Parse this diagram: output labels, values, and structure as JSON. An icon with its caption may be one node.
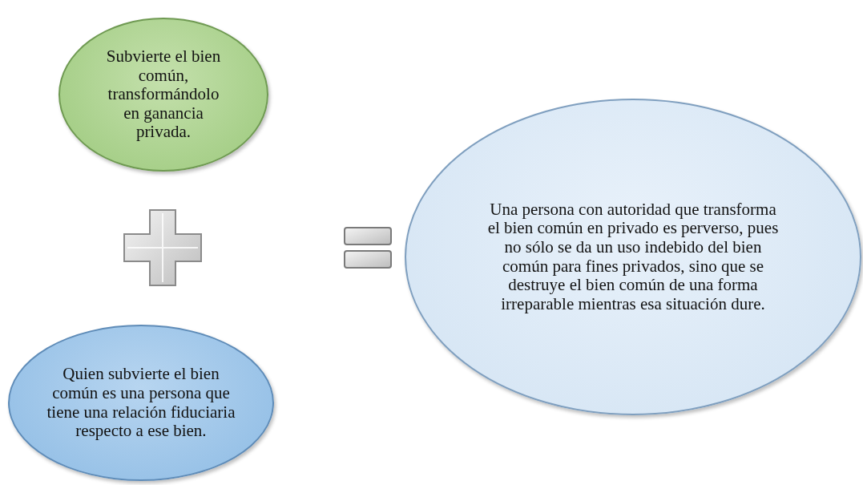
{
  "diagram": {
    "nodes": [
      {
        "text": [
          "Subvierte el bien común, transformándolo en ganancia privada."
        ]
      },
      {
        "text": [
          "Quien subvierte el bien común es una persona que tiene una relación fiduciaria respecto a ese bien."
        ]
      },
      {
        "text": [
          "Una persona con autoridad que transforma el bien común en privado es perverso, pues no sólo se da un uso indebido del bien común para fines privados, sino que se destruye el bien común de una forma irreparable mientras esa situación dure."
        ]
      }
    ]
  }
}
